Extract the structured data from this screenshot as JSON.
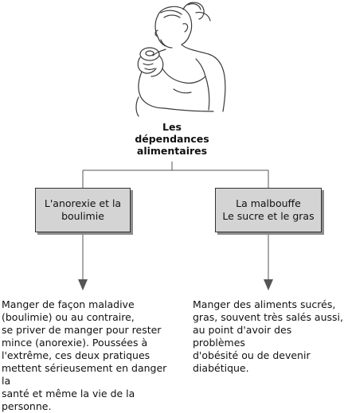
{
  "title": "Les\ndépendances\nalimentaires",
  "branches": [
    {
      "box_label": "L'anorexie et la\nboulimie",
      "description": "Manger de façon maladive\n(boulimie) ou au contraire,\nse priver de manger pour rester\nmince (anorexie).  Poussées à\nl'extrême, ces deux pratiques\nmettent sérieusement en danger la\nsanté et même la vie de la\npersonne."
    },
    {
      "box_label": "La malbouffe\nLe sucre et le gras",
      "description": "Manger des aliments sucrés,\ngras, souvent très salés aussi,\nau point d'avoir des problèmes\nd'obésité ou de devenir\ndiabétique."
    }
  ],
  "colors": {
    "box_fill": "#d4d4d4",
    "box_shadow": "#8c8c8c",
    "line": "#555555"
  }
}
